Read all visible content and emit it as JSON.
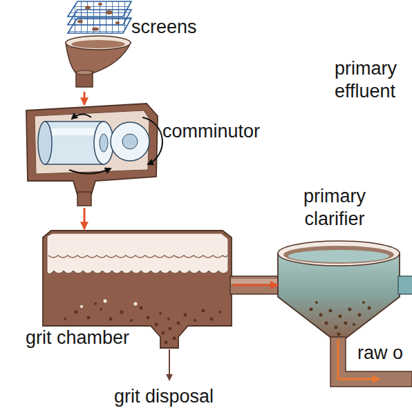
{
  "diagram": {
    "nodes": [
      {
        "text": [
          "screens"
        ]
      },
      {
        "text": [
          "comminutor"
        ]
      },
      {
        "text": [
          "grit chamber"
        ]
      },
      {
        "text": [
          "primary clarifier"
        ]
      }
    ],
    "edges": [
      {
        "from": 0,
        "to": 1,
        "arrow": "to"
      },
      {
        "from": 1,
        "to": 2,
        "arrow": "to"
      },
      {
        "from": 2,
        "to": 3,
        "arrow": "to"
      }
    ],
    "labels": [
      "primary effluent",
      "grit disposal",
      "raw o"
    ]
  }
}
